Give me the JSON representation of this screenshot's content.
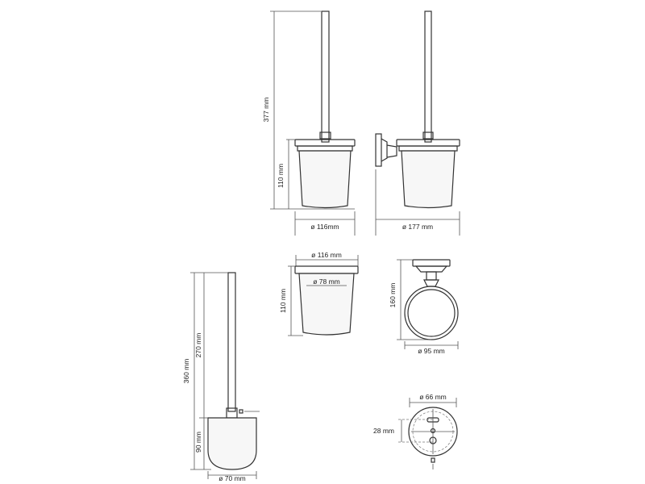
{
  "dimensions": {
    "top_left_height": "377 mm",
    "top_left_cup_height": "110 mm",
    "top_left_width": "ø 116mm",
    "top_right_depth": "ø 177 mm",
    "cup_top_diameter": "ø 116 mm",
    "cup_inner_diameter": "ø 78 mm",
    "cup_height": "110 mm",
    "ring_height": "160 mm",
    "ring_diameter": "ø 95 mm",
    "brush_total": "360 mm",
    "brush_handle": "270 mm",
    "brush_head": "90 mm",
    "brush_width": "ø 70 mm",
    "mount_diameter": "ø 66 mm",
    "mount_spacing": "28 mm"
  }
}
